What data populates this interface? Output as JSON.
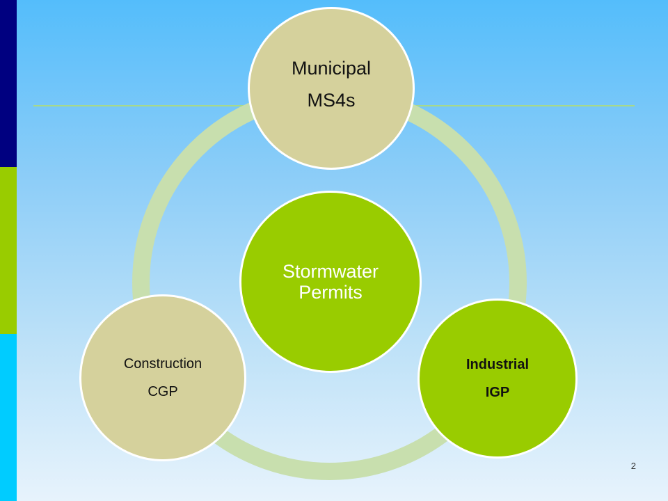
{
  "colors": {
    "bar_top": "#000080",
    "bar_middle": "#99cc00",
    "bar_bottom": "#00ccff",
    "ring": "#c8dfae",
    "center_fill": "#99cc00",
    "outer_fill_tan": "#d5d19c",
    "outer_fill_green": "#99cc00"
  },
  "diagram": {
    "center": {
      "line1": "Stormwater",
      "line2": "Permits"
    },
    "nodes": [
      {
        "line1": "Municipal",
        "line2": "MS4s"
      },
      {
        "line1": "Industrial",
        "line2": "IGP"
      },
      {
        "line1": "Construction",
        "line2": "CGP"
      }
    ]
  },
  "slide": {
    "page_number": "2"
  }
}
